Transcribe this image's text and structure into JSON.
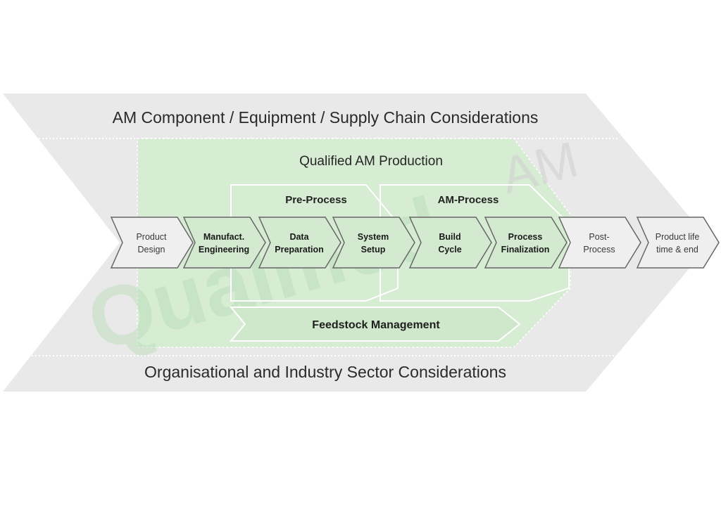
{
  "outer": {
    "top_label": "AM Component / Equipment / Supply Chain Considerations",
    "bottom_label": "Organisational and Industry Sector Considerations"
  },
  "qualified": {
    "label": "Qualified AM Production"
  },
  "groups": {
    "pre_process": "Pre-Process",
    "am_process": "AM-Process"
  },
  "feedstock": {
    "label": "Feedstock Management"
  },
  "steps": [
    {
      "lines": [
        "Product",
        "Design"
      ],
      "emphasis": false
    },
    {
      "lines": [
        "Manufact.",
        "Engineering"
      ],
      "emphasis": true
    },
    {
      "lines": [
        "Data",
        "Preparation"
      ],
      "emphasis": true
    },
    {
      "lines": [
        "System",
        "Setup"
      ],
      "emphasis": true
    },
    {
      "lines": [
        "Build",
        "Cycle"
      ],
      "emphasis": true
    },
    {
      "lines": [
        "Process",
        "Finalization"
      ],
      "emphasis": true
    },
    {
      "lines": [
        "Post-",
        "Process"
      ],
      "emphasis": false
    },
    {
      "lines": [
        "Product life",
        "time & end"
      ],
      "emphasis": false
    }
  ],
  "watermark": {
    "brand": "Qualified",
    "suffix": "AM"
  },
  "colors": {
    "outer_fill": "#e9e9e9",
    "qualified_fill": "#d6ecd3",
    "step_fill_plain": "#efefef",
    "step_fill_green": "#d3ead0",
    "stroke": "#666666"
  }
}
